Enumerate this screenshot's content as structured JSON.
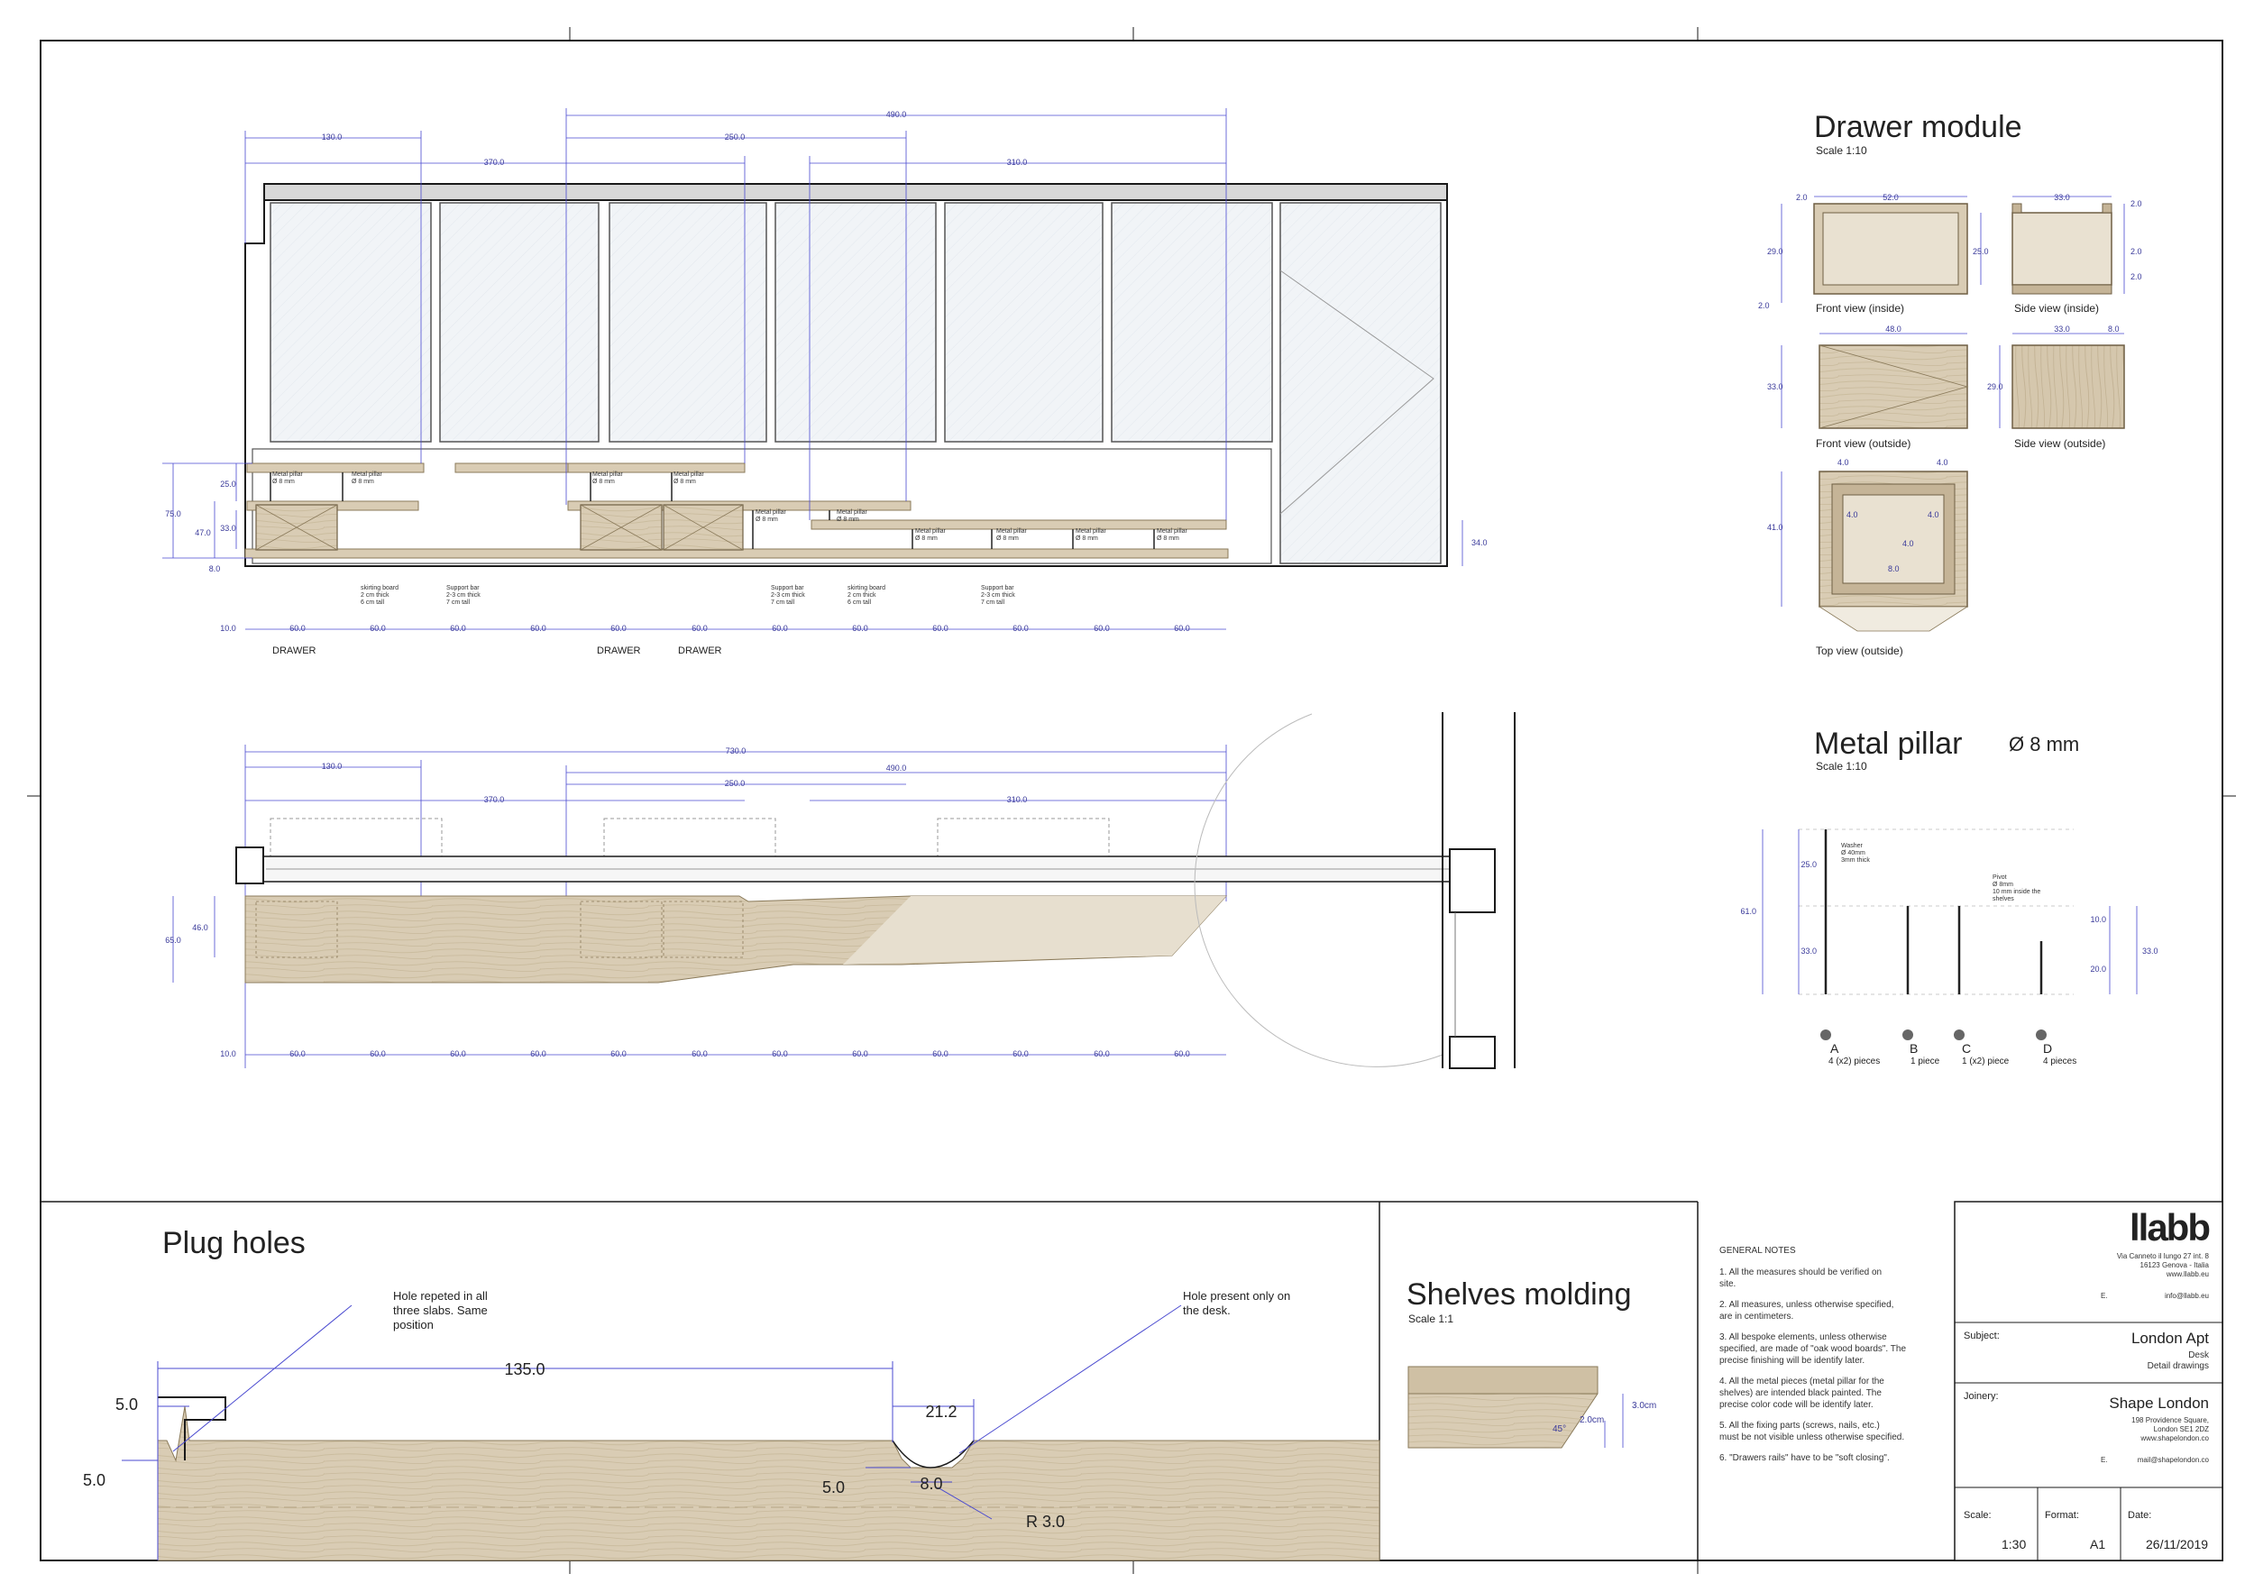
{
  "colors": {
    "wood": "#d9ccb4",
    "wood_dark": "#c5b497",
    "dim": "#4a4ad0",
    "line": "#1a1a1a",
    "glass": "#f4f6f8"
  },
  "elevation": {
    "top_dims": [
      "490.0",
      "130.0",
      "250.0",
      "370.0",
      "310.0"
    ],
    "side_dims": [
      "25.0",
      "75.0",
      "47.0",
      "33.0",
      "8.0",
      "10.0",
      "34.0"
    ],
    "bottom_dims": [
      "60.0",
      "60.0",
      "60.0",
      "60.0",
      "60.0",
      "60.0",
      "60.0",
      "60.0",
      "60.0",
      "60.0",
      "60.0",
      "60.0"
    ],
    "pillar_labels": [
      "Metal pillar\nØ 8 mm"
    ],
    "drawer_labels": [
      "DRAWER",
      "DRAWER",
      "DRAWER"
    ],
    "skirting_label": "skirting board\n2 cm thick\n6 cm tall",
    "support_label": "Support bar\n2-3 cm thick\n7 cm tall"
  },
  "plan": {
    "top_dims": [
      "730.0",
      "130.0",
      "490.0",
      "370.0",
      "250.0",
      "310.0"
    ],
    "side_dims": [
      "65.0",
      "46.0",
      "10.0"
    ],
    "bottom_dims": [
      "60.0",
      "60.0",
      "60.0",
      "60.0",
      "60.0",
      "60.0",
      "60.0",
      "60.0",
      "60.0",
      "60.0",
      "60.0",
      "60.0"
    ]
  },
  "drawer_module": {
    "title": "Drawer module",
    "scale": "Scale 1:10",
    "views": {
      "front_inside": {
        "label": "Front view (inside)",
        "dims": [
          "2.0",
          "52.0",
          "29.0",
          "25.0",
          "2.0"
        ]
      },
      "side_inside": {
        "label": "Side view (inside)",
        "dims": [
          "33.0",
          "2.0",
          "2.0",
          "2.0"
        ]
      },
      "front_outside": {
        "label": "Front view (outside)",
        "dims": [
          "48.0",
          "33.0"
        ]
      },
      "side_outside": {
        "label": "Side view (outside)",
        "dims": [
          "33.0",
          "8.0",
          "29.0"
        ]
      },
      "top_outside": {
        "label": "Top view (outside)",
        "dims": [
          "4.0",
          "4.0",
          "41.0",
          "4.0",
          "4.0",
          "4.0",
          "8.0"
        ]
      }
    }
  },
  "metal_pillar": {
    "title": "Metal pillar",
    "diameter": "Ø 8 mm",
    "scale": "Scale 1:10",
    "dims": [
      "25.0",
      "61.0",
      "33.0",
      "10.0",
      "33.0",
      "20.0"
    ],
    "washer_note": "Washer\nØ 40mm\n3mm thick",
    "pivot_note": "Pivot\nØ 8mm\n10 mm inside the\nshelves",
    "items": [
      {
        "letter": "A",
        "qty": "4 (x2) pieces"
      },
      {
        "letter": "B",
        "qty": "1 piece"
      },
      {
        "letter": "C",
        "qty": "1 (x2) piece"
      },
      {
        "letter": "D",
        "qty": "4 pieces"
      }
    ]
  },
  "plug_holes": {
    "title": "Plug holes",
    "note_left": "Hole repeted in all\nthree slabs. Same\nposition",
    "note_right": "Hole present only on\nthe desk.",
    "dims": {
      "d135": "135.0",
      "d5a": "5.0",
      "d5b": "5.0",
      "d21": "21.2",
      "d5c": "5.0",
      "d8": "8.0",
      "r3": "R 3.0"
    }
  },
  "shelves_molding": {
    "title": "Shelves molding",
    "scale": "Scale 1:1",
    "dims": {
      "h3": "3.0cm",
      "h2": "2.0cm",
      "angle": "45°"
    }
  },
  "general_notes": {
    "title": "GENERAL NOTES",
    "items": [
      "1.      All the measures should be verified on site.",
      "2.      All measures, unless otherwise specified, are in centimeters.",
      "3.      All bespoke elements, unless otherwise specified, are made of \"oak wood boards\". The precise finishing will be identify later.",
      "4.      All the metal pieces (metal pillar for the shelves) are intended black painted. The precise color code will be identify later.",
      "5.      All the fixing parts (screws, nails, etc.) must be not visible unless otherwise specified.",
      "6.      \"Drawers rails\" have to be \"soft closing\"."
    ]
  },
  "title_block": {
    "logo": "llabb",
    "address": [
      "Via Canneto il lungo 27 int. 8",
      "16123 Genova - Italia",
      "www.llabb.eu"
    ],
    "email_label": "E.",
    "email": "info@llabb.eu",
    "subject_label": "Subject:",
    "subject": "London Apt",
    "subject_sub": [
      "Desk",
      "Detail drawings"
    ],
    "joinery_label": "Joinery:",
    "joinery": "Shape London",
    "joinery_address": [
      "198 Providence Square,",
      "London SE1 2DZ",
      "www.shapelondon.co"
    ],
    "joinery_email_label": "E.",
    "joinery_email": "mail@shapelondon.co",
    "scale_label": "Scale:",
    "scale": "1:30",
    "format_label": "Format:",
    "format": "A1",
    "date_label": "Date:",
    "date": "26/11/2019"
  }
}
